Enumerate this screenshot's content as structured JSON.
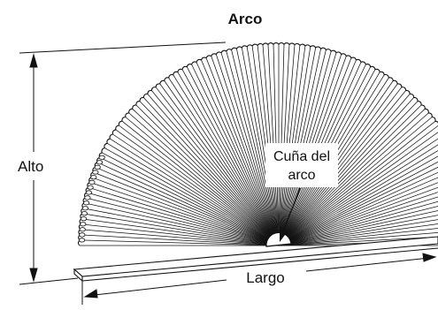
{
  "title": "Arco",
  "labels": {
    "height": "Alto",
    "width": "Largo",
    "wedge_line1": "Cuña del",
    "wedge_line2": "arco"
  },
  "colors": {
    "ink": "#111111",
    "background": "#ffffff"
  }
}
